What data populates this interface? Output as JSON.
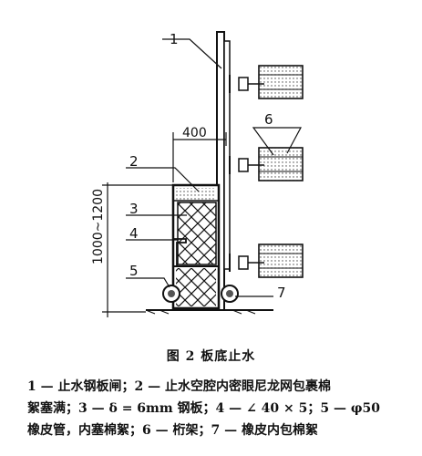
{
  "figure": {
    "labels": [
      "1",
      "2",
      "3",
      "4",
      "5",
      "6",
      "7"
    ],
    "dim_400": "400",
    "dim_height": "1000~1200"
  },
  "caption": "图 2   板底止水",
  "legend": [
    "1 — 止水钢板闸；2 — 止水空腔内密眼尼龙网包裹棉",
    "絮塞满；3 — δ = 6mm 钢板；4 — ∠ 40 × 5；5 — φ50",
    "橡皮管，内塞棉絮；6 — 桁架；7 — 橡皮内包棉絮"
  ]
}
